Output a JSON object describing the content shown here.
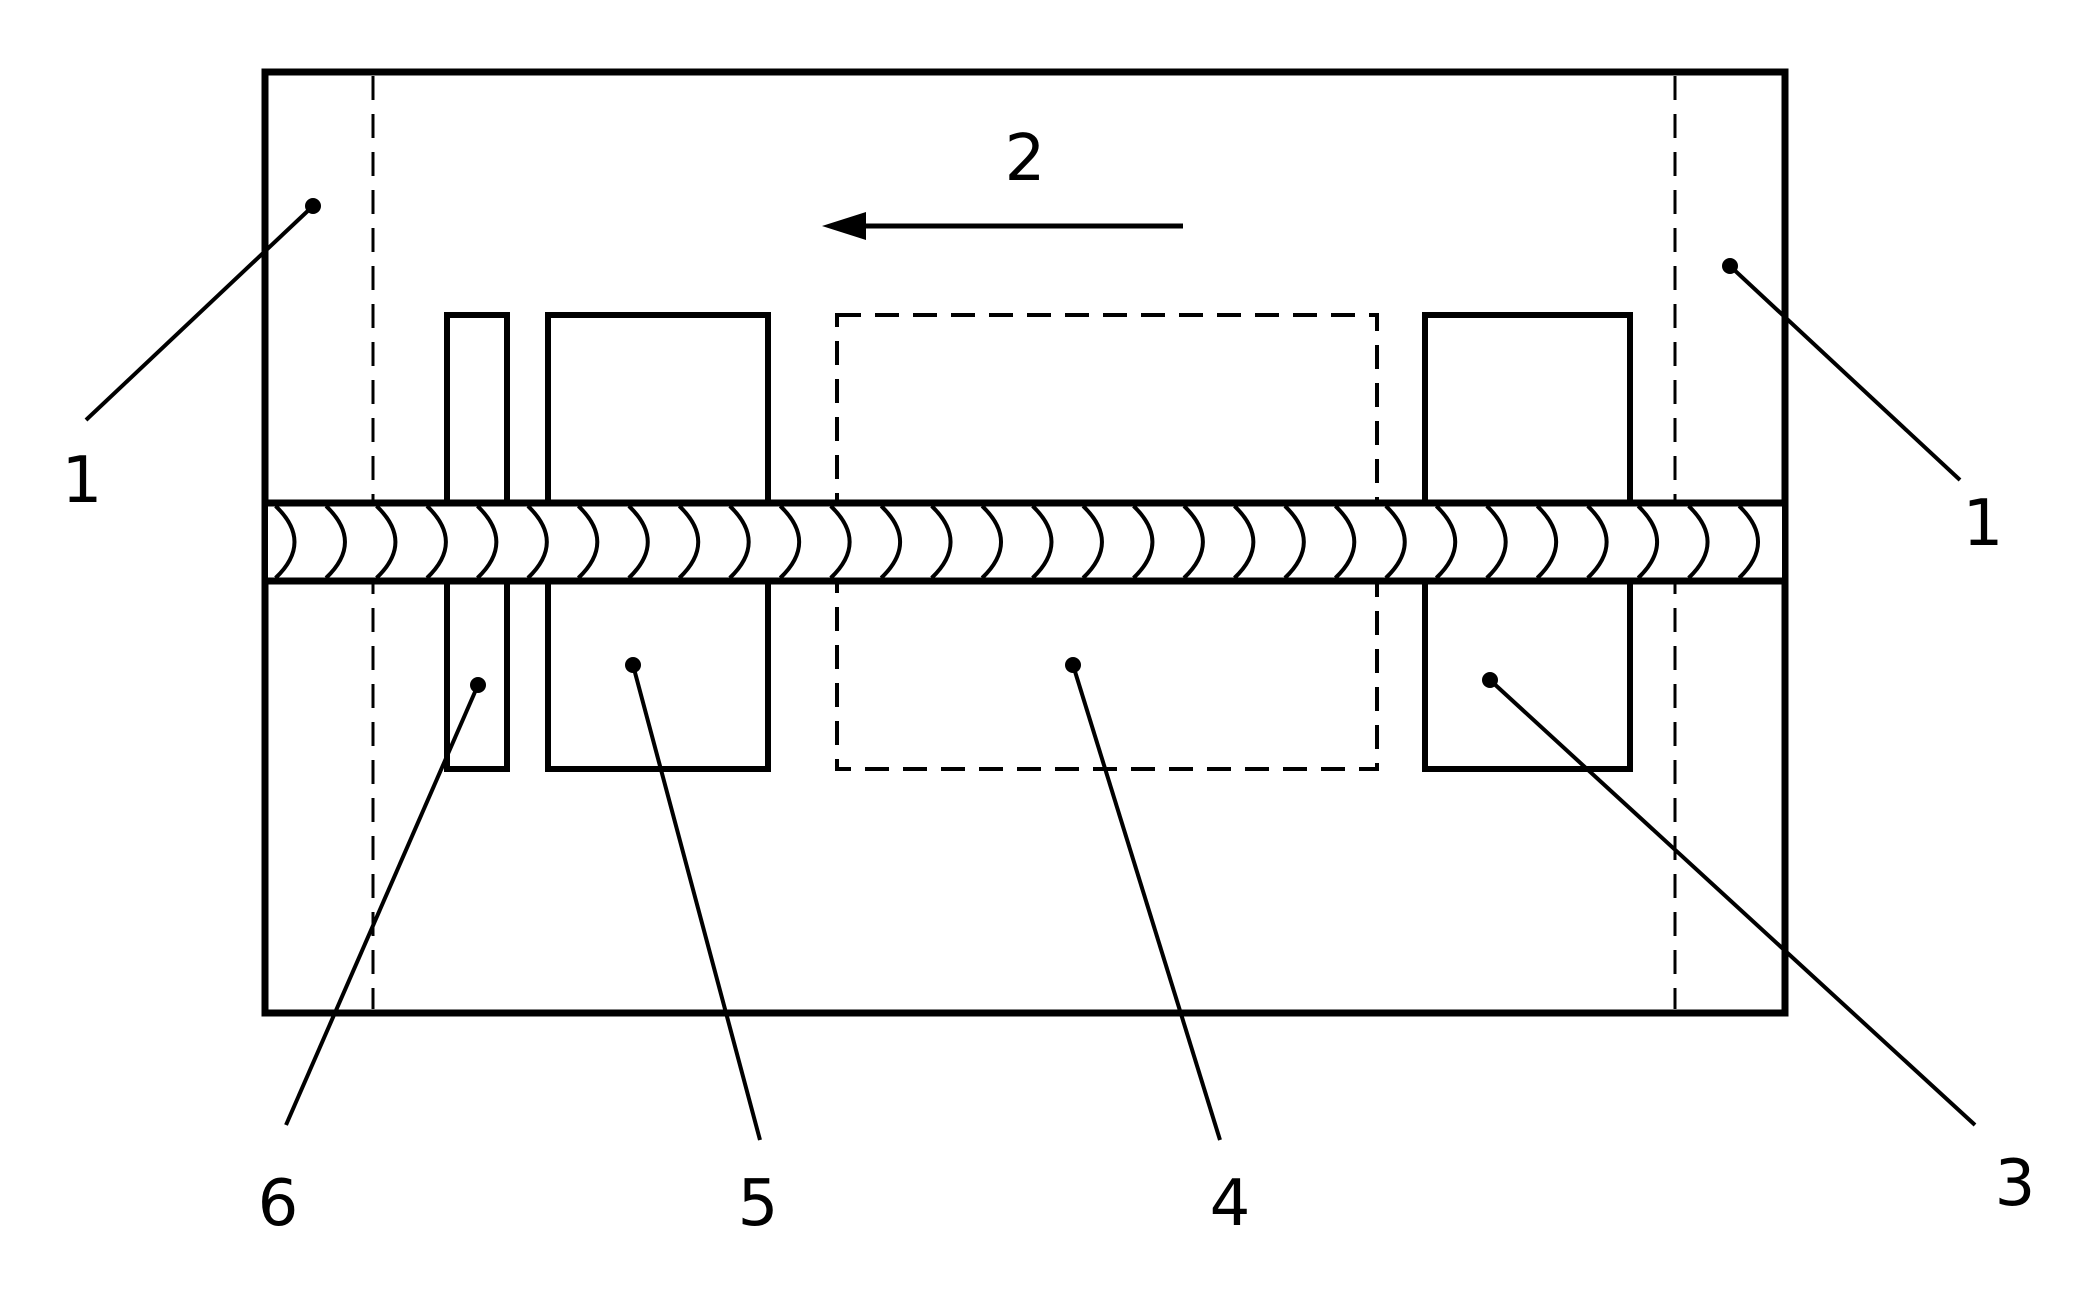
{
  "labels": {
    "left_end_region": "1",
    "right_end_region": "1",
    "direction": "2",
    "region_3": "3",
    "region_4": "4",
    "region_5": "5",
    "region_6": "6"
  },
  "colors": {
    "stroke": "#000000",
    "background": "#ffffff"
  },
  "weld_bead": {
    "ripple_count": 30
  }
}
